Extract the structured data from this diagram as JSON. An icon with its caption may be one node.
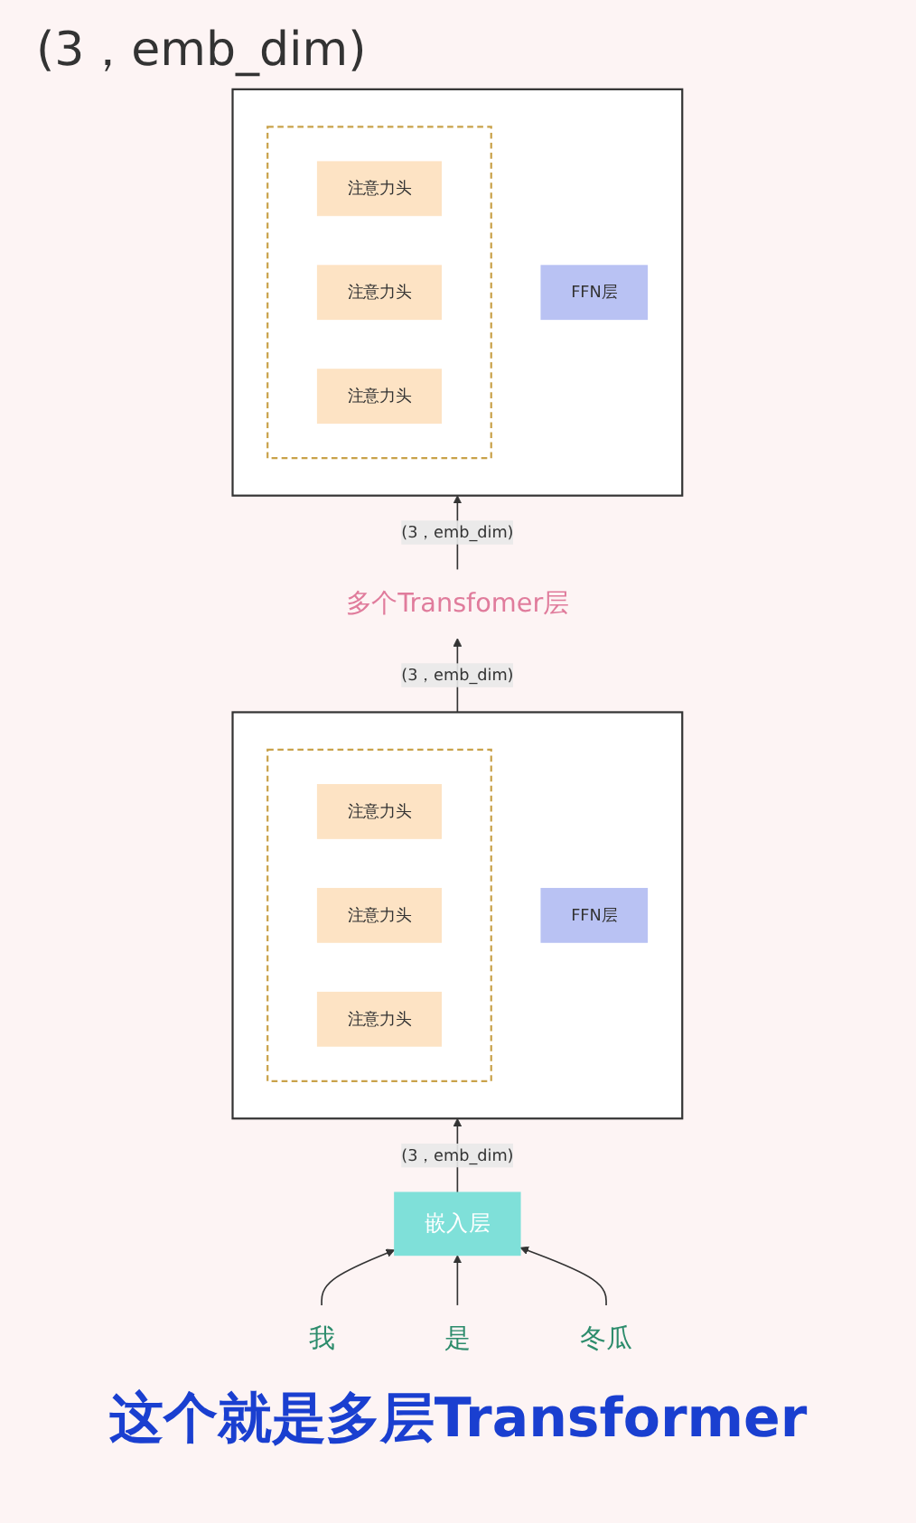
{
  "diagram": {
    "caption": "这个就是多层Transformer",
    "nodes": [
      {
        "text": [],
        "shape": "box"
      },
      {
        "text": [
          "FFN层"
        ],
        "in": 0
      },
      {
        "text": [],
        "shape": "box",
        "in": 0
      },
      {
        "text": [
          "注意力头"
        ],
        "in": 2
      },
      {
        "text": [
          "注意力头"
        ],
        "in": 2
      },
      {
        "text": [
          "注意力头"
        ],
        "in": 2
      },
      {
        "text": [
          "多个Transfomer层"
        ]
      },
      {
        "text": [],
        "shape": "box"
      },
      {
        "text": [
          "FFN层"
        ],
        "in": 7
      },
      {
        "text": [],
        "shape": "box",
        "in": 7
      },
      {
        "text": [
          "注意力头"
        ],
        "in": 9
      },
      {
        "text": [
          "注意力头"
        ],
        "in": 9
      },
      {
        "text": [
          "注意力头"
        ],
        "in": 9
      },
      {
        "text": [
          "嵌入层"
        ]
      },
      {
        "text": [
          "我"
        ]
      },
      {
        "text": [
          "是"
        ]
      },
      {
        "text": [
          "冬瓜"
        ]
      }
    ],
    "edges": [
      {
        "from": 14,
        "to": 13,
        "arrow": "to"
      },
      {
        "from": 15,
        "to": 13,
        "arrow": "to"
      },
      {
        "from": 16,
        "to": 13,
        "arrow": "to"
      },
      {
        "from": 13,
        "to": 7,
        "arrow": "to",
        "label": "(3，emb_dim)"
      },
      {
        "from": 7,
        "to": 6,
        "arrow": "to",
        "label": "(3，emb_dim)"
      },
      {
        "from": 6,
        "to": 0,
        "arrow": "to",
        "label": "(3，emb_dim)"
      }
    ],
    "labels": [
      "(3，emb_dim)"
    ]
  }
}
